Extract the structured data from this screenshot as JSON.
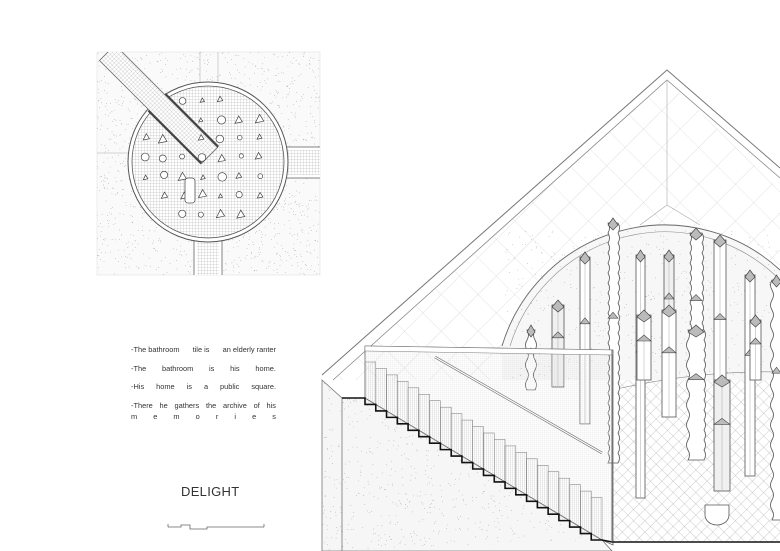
{
  "poem": [
    [
      "-The bathroom",
      "tile is",
      "an elderly ranter"
    ],
    [
      "-The",
      "bathroom",
      "is",
      "his",
      "home."
    ],
    [
      "-His",
      "home",
      "is",
      "a",
      "public",
      "square."
    ],
    [
      "-There",
      "he",
      "gathers",
      "the",
      "archive",
      "of",
      "his"
    ],
    [
      "m",
      "e",
      "m",
      "o",
      "r",
      "i",
      "e",
      "s"
    ]
  ],
  "title": "DELIGHT",
  "drawing": {
    "views": [
      "plan",
      "section-perspective"
    ],
    "line_color": "#555555",
    "fill_color": "#bbbbbb"
  }
}
